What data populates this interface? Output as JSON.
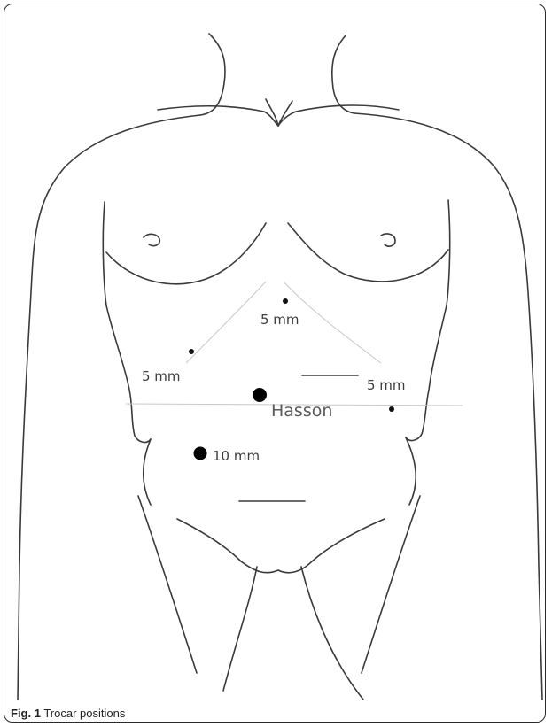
{
  "figure": {
    "caption_label": "Fig. 1",
    "caption_text": "Trocar positions",
    "trocars": [
      {
        "label": "5 mm",
        "size": "small"
      },
      {
        "label": "5 mm",
        "size": "small"
      },
      {
        "label": "5 mm",
        "size": "small"
      },
      {
        "label": "Hasson",
        "size": "large"
      },
      {
        "label": "10 mm",
        "size": "large"
      }
    ]
  }
}
